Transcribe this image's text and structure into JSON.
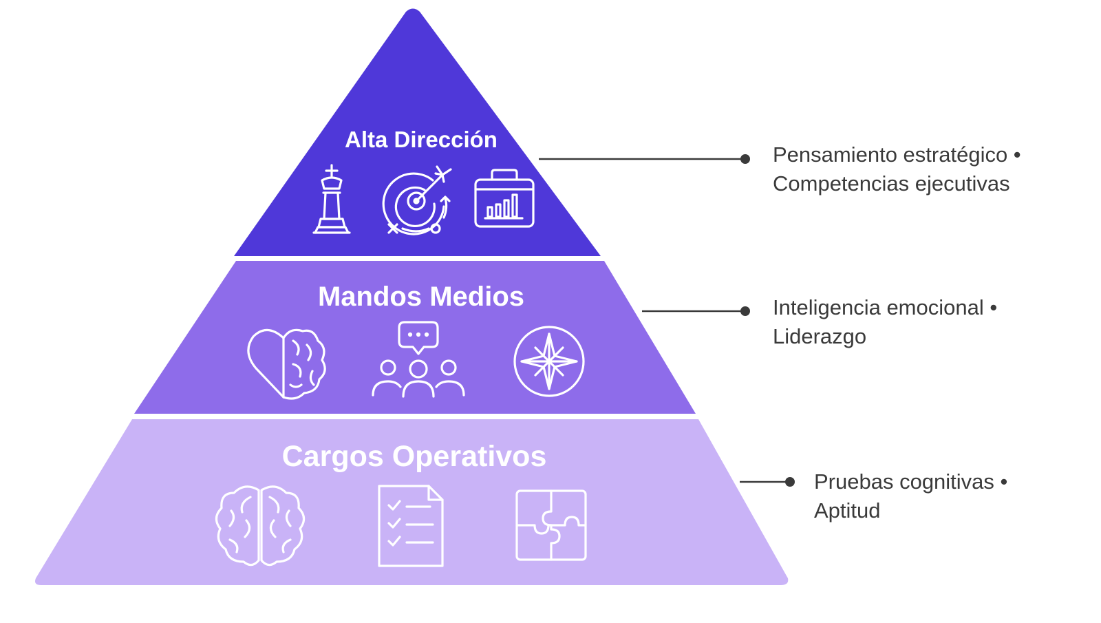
{
  "colors": {
    "background": "#ffffff",
    "tier_top": "#4f38d9",
    "tier_middle": "#8e6cea",
    "tier_bottom": "#c9b3f7",
    "text_on_tier": "#ffffff",
    "connector": "#3a3a3a",
    "annotation_text": "#3a3a3a"
  },
  "tiers": [
    {
      "title": "Alta Dirección",
      "icons": [
        "chess-king-icon",
        "target-strategy-icon",
        "briefcase-chart-icon"
      ],
      "annotation": {
        "line1": "Pensamiento estratégico •",
        "line2": "Competencias ejecutivas"
      }
    },
    {
      "title": "Mandos Medios",
      "icons": [
        "heart-brain-icon",
        "team-communication-icon",
        "compass-icon"
      ],
      "annotation": {
        "line1": "Inteligencia emocional •",
        "line2": "Liderazgo"
      }
    },
    {
      "title": "Cargos Operativos",
      "icons": [
        "brain-icon",
        "checklist-icon",
        "puzzle-icon"
      ],
      "annotation": {
        "line1": "Pruebas cognitivas •",
        "line2": "Aptitud"
      }
    }
  ]
}
